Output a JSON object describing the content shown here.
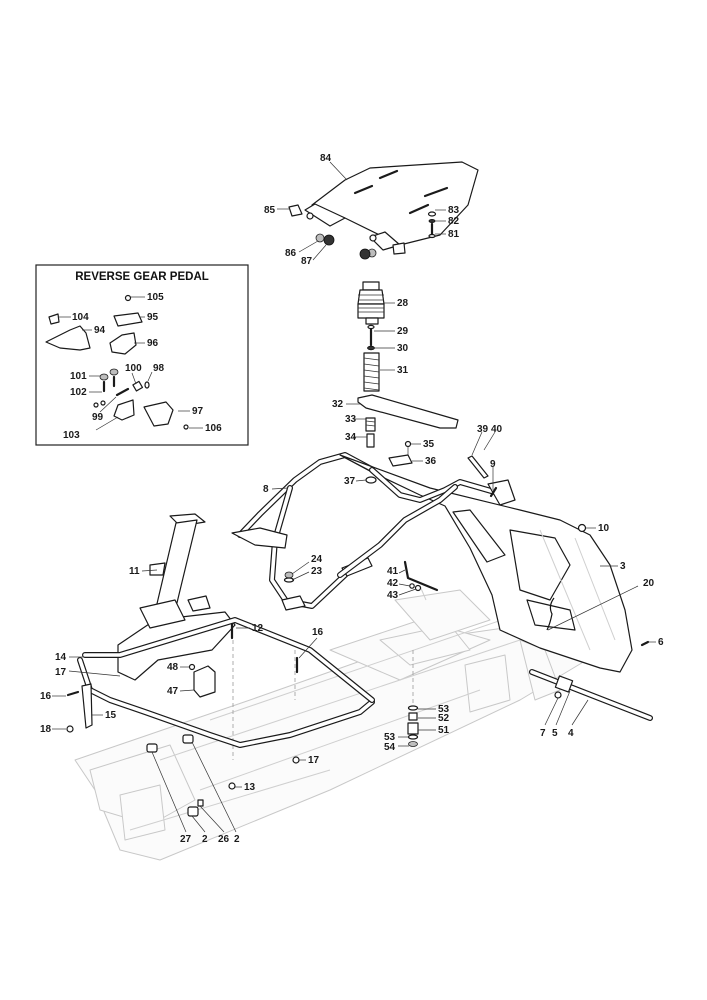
{
  "diagram": {
    "type": "exploded-parts-diagram",
    "subject": "Ride-on mower frame and seat assembly",
    "inset": {
      "title": "REVERSE GEAR PEDAL",
      "callouts": [
        "104",
        "94",
        "105",
        "95",
        "96",
        "101",
        "102",
        "100",
        "98",
        "99",
        "97",
        "103",
        "106"
      ]
    },
    "callouts": {
      "c84": "84",
      "c85": "85",
      "c86": "86",
      "c87": "87",
      "c83": "83",
      "c82": "82",
      "c81": "81",
      "c28": "28",
      "c29": "29",
      "c30": "30",
      "c31": "31",
      "c32": "32",
      "c33": "33",
      "c34": "34",
      "c35": "35",
      "c36": "36",
      "c37": "37",
      "c39": "39",
      "c40": "40",
      "c9": "9",
      "c8": "8",
      "c10": "10",
      "c3": "3",
      "c20": "20",
      "c6": "6",
      "c24": "24",
      "c23": "23",
      "c41": "41",
      "c42": "42",
      "c43": "43",
      "c11": "11",
      "c12": "12",
      "c16a": "16",
      "c16b": "16",
      "c14": "14",
      "c17a": "17",
      "c17b": "17",
      "c15": "15",
      "c18": "18",
      "c48": "48",
      "c47": "47",
      "c53a": "53",
      "c52": "52",
      "c51": "51",
      "c53b": "53",
      "c54": "54",
      "c7": "7",
      "c5": "5",
      "c4": "4",
      "c13": "13",
      "c27": "27",
      "c2a": "2",
      "c26": "26",
      "c2b": "2",
      "i104": "104",
      "i94": "94",
      "i105": "105",
      "i95": "95",
      "i96": "96",
      "i101": "101",
      "i102": "102",
      "i100": "100",
      "i98": "98",
      "i99": "99",
      "i97": "97",
      "i103": "103",
      "i106": "106"
    }
  }
}
